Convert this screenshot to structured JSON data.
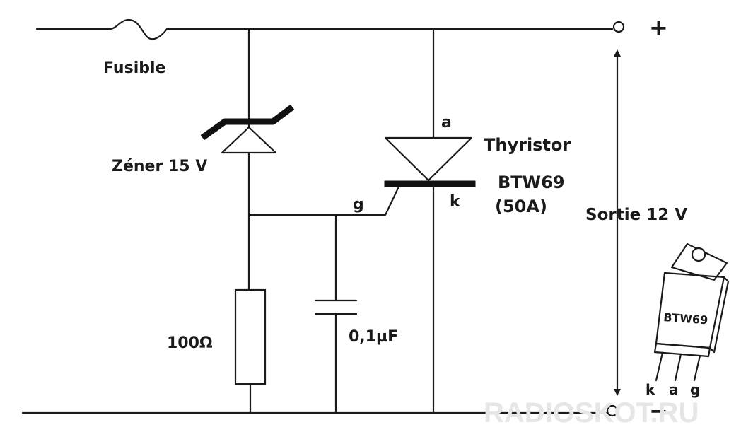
{
  "labels": {
    "fuse": "Fusible",
    "zener": "Zéner 15 V",
    "resistor": "100Ω",
    "capacitor": "0,1µF",
    "anode": "a",
    "gate": "g",
    "cathode": "k",
    "thyristor": "Thyristor",
    "part_number": "BTW69",
    "current_rating": "(50A)",
    "output": "Sortie 12 V",
    "plus": "+",
    "minus": "−",
    "package_marking": "BTW69",
    "pin_k": "k",
    "pin_a": "a",
    "pin_g": "g",
    "watermark": "RADIOSKOT.RU"
  }
}
